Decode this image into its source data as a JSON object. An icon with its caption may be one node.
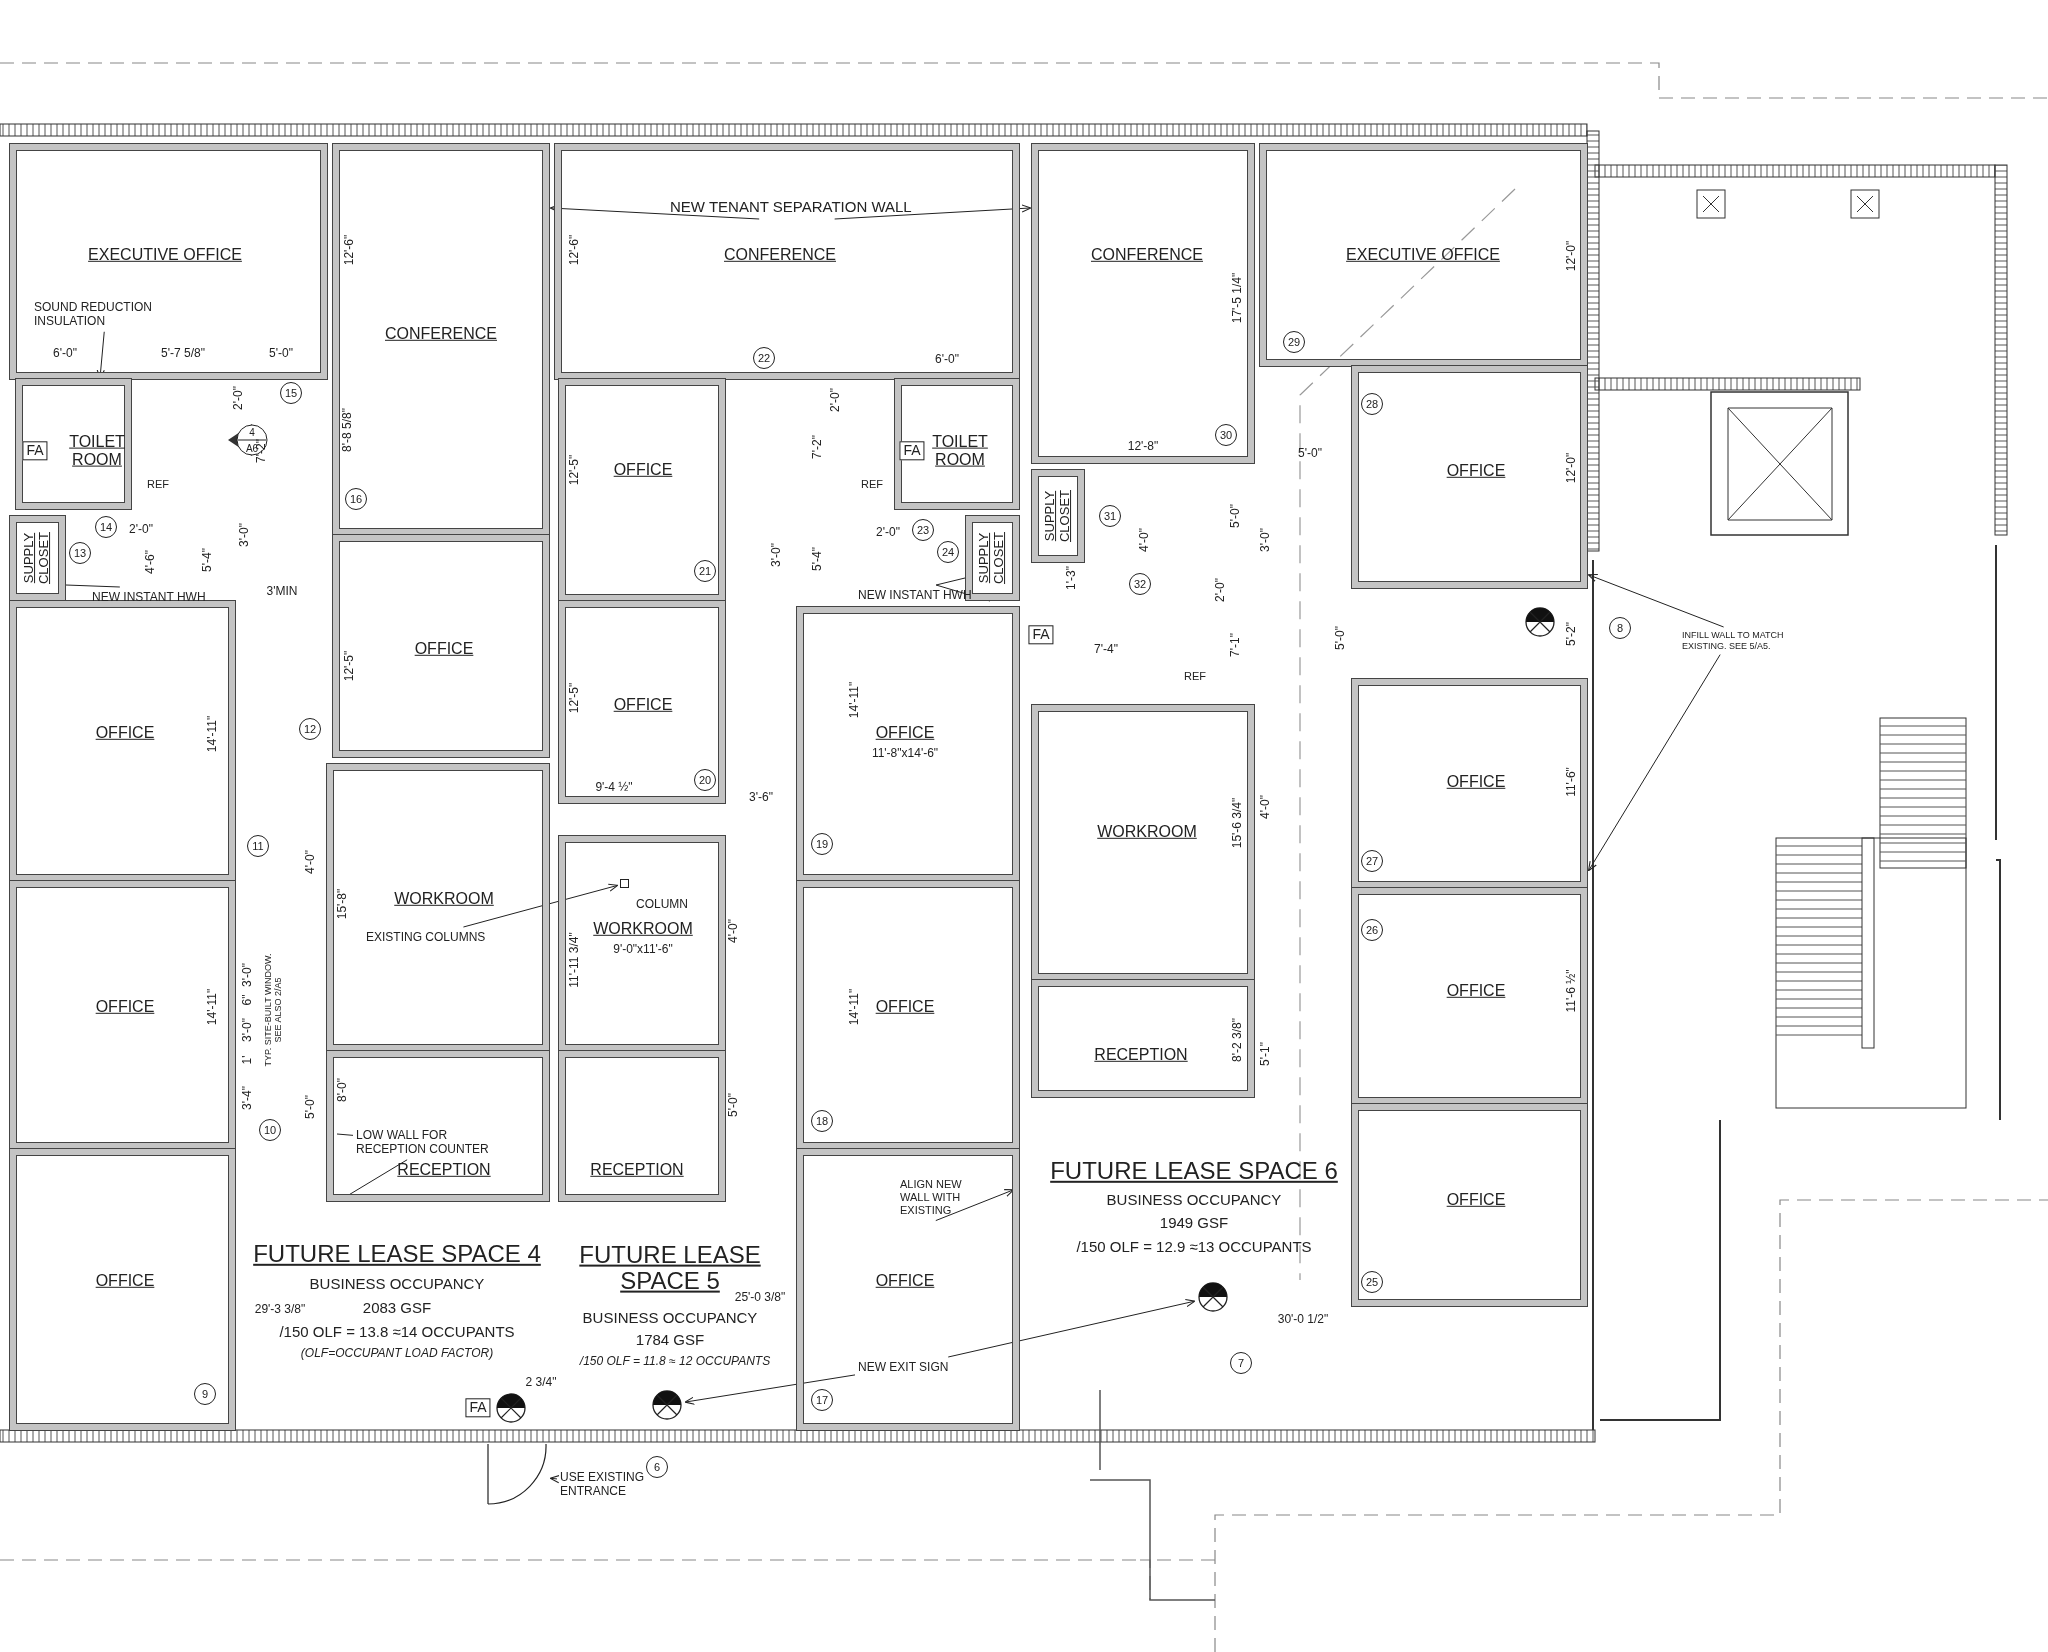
{
  "diagram": {
    "nodes": [
      {
        "text": [
          "EXECUTIVE OFFICE"
        ]
      },
      {
        "text": [
          "CONFERENCE"
        ]
      },
      {
        "text": [
          "TOILET ROOM"
        ]
      },
      {
        "text": [
          "SUPPLY CLOSET"
        ]
      },
      {
        "text": [
          "OFFICE"
        ]
      },
      {
        "text": [
          "OFFICE"
        ]
      },
      {
        "text": [
          "OFFICE"
        ]
      },
      {
        "text": [
          "OFFICE"
        ]
      },
      {
        "text": [
          "WORKROOM"
        ]
      },
      {
        "text": [
          "RECEPTION"
        ]
      },
      {
        "text": [
          "CONFERENCE"
        ]
      },
      {
        "text": [
          "OFFICE"
        ]
      },
      {
        "text": [
          "OFFICE"
        ]
      },
      {
        "text": [
          "TOILET ROOM"
        ]
      },
      {
        "text": [
          "SUPPLY CLOSET"
        ]
      },
      {
        "text": [
          "OFFICE",
          "11'-8\"x14'-6\""
        ]
      },
      {
        "text": [
          "WORKROOM",
          "9'-0\"x11'-6\""
        ]
      },
      {
        "text": [
          "OFFICE"
        ]
      },
      {
        "text": [
          "RECEPTION"
        ]
      },
      {
        "text": [
          "OFFICE"
        ]
      },
      {
        "text": [
          "CONFERENCE"
        ]
      },
      {
        "text": [
          "EXECUTIVE OFFICE"
        ]
      },
      {
        "text": [
          "SUPPLY CLOSET"
        ]
      },
      {
        "text": [
          "OFFICE"
        ]
      },
      {
        "text": [
          "WORKROOM"
        ]
      },
      {
        "text": [
          "OFFICE"
        ]
      },
      {
        "text": [
          "OFFICE"
        ]
      },
      {
        "text": [
          "RECEPTION"
        ]
      },
      {
        "text": [
          "OFFICE"
        ]
      },
      {
        "text": [
          "SOUND REDUCTION INSULATION"
        ],
        "in": 0
      },
      {
        "text": [
          "NEW INSTANT HWH"
        ]
      },
      {
        "text": [
          "NEW TENANT SEPARATION WALL"
        ],
        "in": 10
      },
      {
        "text": [
          "NEW INSTANT HWH"
        ]
      },
      {
        "text": [
          "EXISTING COLUMNS"
        ],
        "in": 8
      },
      {
        "text": [
          "LOW WALL FOR RECEPTION COUNTER"
        ],
        "in": 9
      },
      {
        "text": [
          "ALIGN NEW WALL WITH EXISTING"
        ],
        "in": 19
      },
      {
        "text": [
          "NEW EXIT SIGN"
        ],
        "in": 19
      },
      {
        "text": [],
        "shape": "circle"
      },
      {
        "text": [],
        "shape": "circle"
      },
      {
        "text": [
          "USE EXISTING ENTRANCE"
        ]
      },
      {
        "text": [
          "INFILL WALL TO MATCH EXISTING. SEE 5/A5."
        ]
      },
      {
        "text": [],
        "shape": "box",
        "in": 16
      },
      {
        "text": [],
        "shape": "door"
      }
    ],
    "edges": [
      {
        "from": 29,
        "to": 2,
        "arrow": "to"
      },
      {
        "from": 30,
        "to": 3,
        "arrow": "none"
      },
      {
        "from": 31,
        "to": 1,
        "arrow": "to"
      },
      {
        "from": 31,
        "to": 20,
        "arrow": "to"
      },
      {
        "from": 32,
        "to": 14,
        "arrow": "none"
      },
      {
        "from": 32,
        "to": 14,
        "arrow": "none"
      },
      {
        "from": 33,
        "to": 41,
        "arrow": "to"
      },
      {
        "from": 34,
        "to": null,
        "arrow": "none"
      },
      {
        "from": 34,
        "to": null,
        "arrow": "none"
      },
      {
        "from": 35,
        "to": 19,
        "arrow": "to"
      },
      {
        "from": 36,
        "to": 38,
        "arrow": "to"
      },
      {
        "from": 36,
        "to": 37,
        "arrow": "to"
      },
      {
        "from": 39,
        "to": 42,
        "arrow": "to"
      },
      {
        "from": 40,
        "to": 23,
        "arrow": "to"
      },
      {
        "from": 40,
        "to": 25,
        "arrow": "to"
      }
    ],
    "labels": [
      "6'-0\"",
      "5'-7 5/8\"",
      "5'-0\"",
      "12'-6\"",
      "12'-6\"",
      "15",
      "2'-0\"",
      "7'-2\"",
      "4",
      "A6",
      "REF",
      "FA",
      "8'-8 5/8\"",
      "16",
      "14",
      "13",
      "2'-0\"",
      "4'-6\"",
      "5'-4\"",
      "3'-0\"",
      "3'MIN",
      "12'-5\"",
      "12'-5\"",
      "12'-5\"",
      "12",
      "14'-11\"",
      "11",
      "14'-11\"",
      "TYP. SITE-BUILT WINDOW. SEE ALSO 2/A5",
      "3'-0\"",
      "6\"",
      "3'-0\"",
      "1'",
      "3'-4\"",
      "10",
      "4'-0\"",
      "15'-8\"",
      "5'-0\"",
      "8'-0\"",
      "COLUMN",
      "FUTURE LEASE SPACE 4",
      "BUSINESS OCCUPANCY",
      "2083 GSF",
      "/150 OLF = 13.8 ≈14 OCCUPANTS",
      "(OLF=OCCUPANT LOAD FACTOR)",
      "29'-3 3/8\"",
      "9",
      "FA",
      "2 3/4\"",
      "6",
      "22",
      "6'-0\"",
      "2'-0\"",
      "7'-2\"",
      "FA",
      "REF",
      "21",
      "3'-0\"",
      "5'-4\"",
      "2'-0\"",
      "23",
      "24",
      "9'-4 ½\"",
      "20",
      "3'-6\"",
      "19",
      "14'-11\"",
      "14'-11\"",
      "11'-11 3/4\"",
      "4'-0\"",
      "5'-0\"",
      "18",
      "17",
      "FUTURE LEASE SPACE 5",
      "BUSINESS OCCUPANCY",
      "1784 GSF",
      "/150 OLF = 11.8 ≈ 12 OCCUPANTS",
      "25'-0 3/8\"",
      "17'-5 1/4\"",
      "29",
      "30",
      "28",
      "12'-8\"",
      "5'-0\"",
      "12'-0\"",
      "12'-0\"",
      "31",
      "4'-0\"",
      "5'-0\"",
      "3'-0\"",
      "32",
      "1'-3\"",
      "2'-0\"",
      "7'-1\"",
      "7'-4\"",
      "FA",
      "REF",
      "5'-0\"",
      "5'-2\"",
      "8",
      "11'-6\"",
      "11'-6 ½\"",
      "27",
      "26",
      "25",
      "15'-6 3/4\"",
      "4'-0\"",
      "8'-2 3/8\"",
      "5'-1\"",
      "FUTURE LEASE SPACE 6",
      "BUSINESS OCCUPANCY",
      "1949 GSF",
      "/150 OLF = 12.9 ≈13 OCCUPANTS",
      "30'-0 1/2\"",
      "7"
    ]
  }
}
